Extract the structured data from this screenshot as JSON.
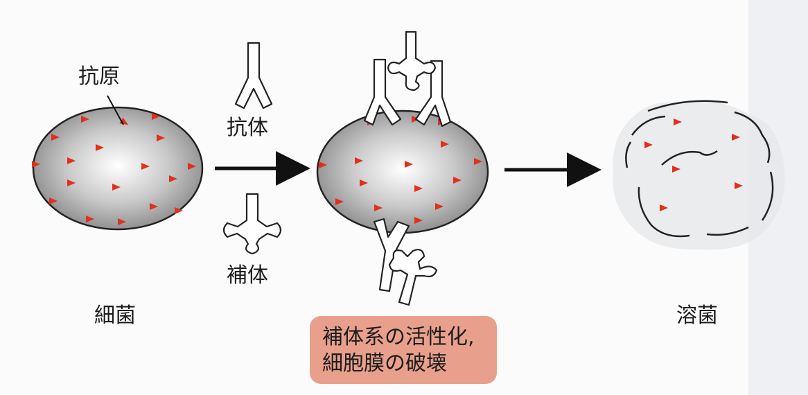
{
  "labels": {
    "antigen": "抗原",
    "antibody": "抗体",
    "complement": "補体",
    "bacterium": "細菌",
    "lysis": "溶菌"
  },
  "activation_box": {
    "line1": "補体系の活性化,",
    "line2": "細胞膜の破壊"
  },
  "colors": {
    "antigen_marker": "#e0301e",
    "cell_fill_center": "#ffffff",
    "cell_fill_edge": "#8a8a8a",
    "arrow": "#111111",
    "box_fill": "#e8a08c"
  }
}
